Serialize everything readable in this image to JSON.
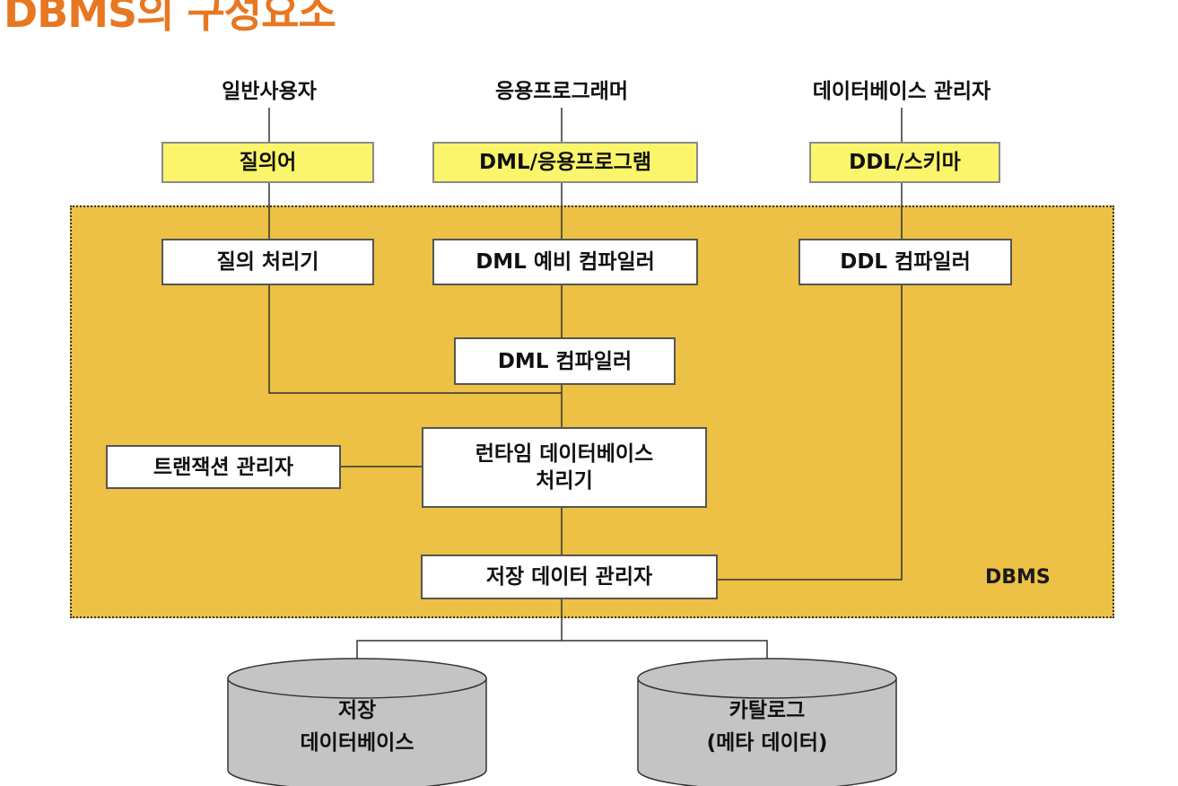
{
  "title": "DBMS의 구성요소",
  "users": {
    "general": "일반사용자",
    "app_programmer": "응용프로그래머",
    "dba": "데이터베이스 관리자"
  },
  "inputs": {
    "query": "질의어",
    "dml_app": "DML/응용프로그램",
    "ddl_schema": "DDL/스키마"
  },
  "components": {
    "query_processor": "질의 처리기",
    "dml_precompiler": "DML 예비 컴파일러",
    "ddl_compiler": "DDL 컴파일러",
    "dml_compiler": "DML 컴파일러",
    "runtime_db_processor_line1": "런타임 데이터베이스",
    "runtime_db_processor_line2": "처리기",
    "transaction_manager": "트랜잭션 관리자",
    "stored_data_manager": "저장 데이터 관리자"
  },
  "dbms_label": "DBMS",
  "storage": {
    "stored_db_line1": "저장",
    "stored_db_line2": "데이터베이스",
    "catalog_line1": "카탈로그",
    "catalog_line2": "(메타 데이터)"
  },
  "colors": {
    "title": "#e87722",
    "dbms_region": "#ecc145",
    "input_box": "#fbf56b",
    "cylinder": "#c4c4c4"
  }
}
